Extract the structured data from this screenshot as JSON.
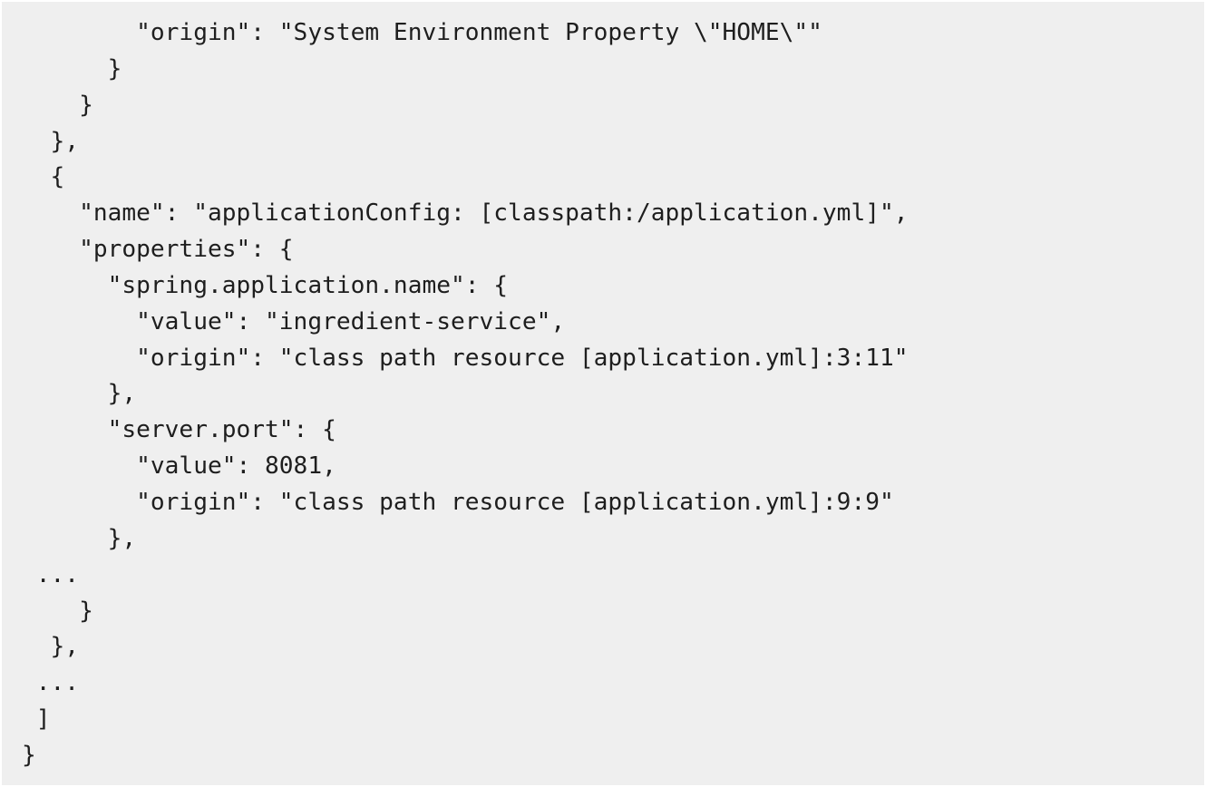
{
  "code_block": {
    "lines": [
      "        \"origin\": \"System Environment Property \\\"HOME\\\"\"",
      "      }",
      "    }",
      "  },",
      "  {",
      "    \"name\": \"applicationConfig: [classpath:/application.yml]\",",
      "    \"properties\": {",
      "      \"spring.application.name\": {",
      "        \"value\": \"ingredient-service\",",
      "        \"origin\": \"class path resource [application.yml]:3:11\"",
      "      },",
      "      \"server.port\": {",
      "        \"value\": 8081,",
      "        \"origin\": \"class path resource [application.yml]:9:9\"",
      "      },",
      " ...",
      "    }",
      "  },",
      " ...",
      " ]",
      "}"
    ]
  }
}
